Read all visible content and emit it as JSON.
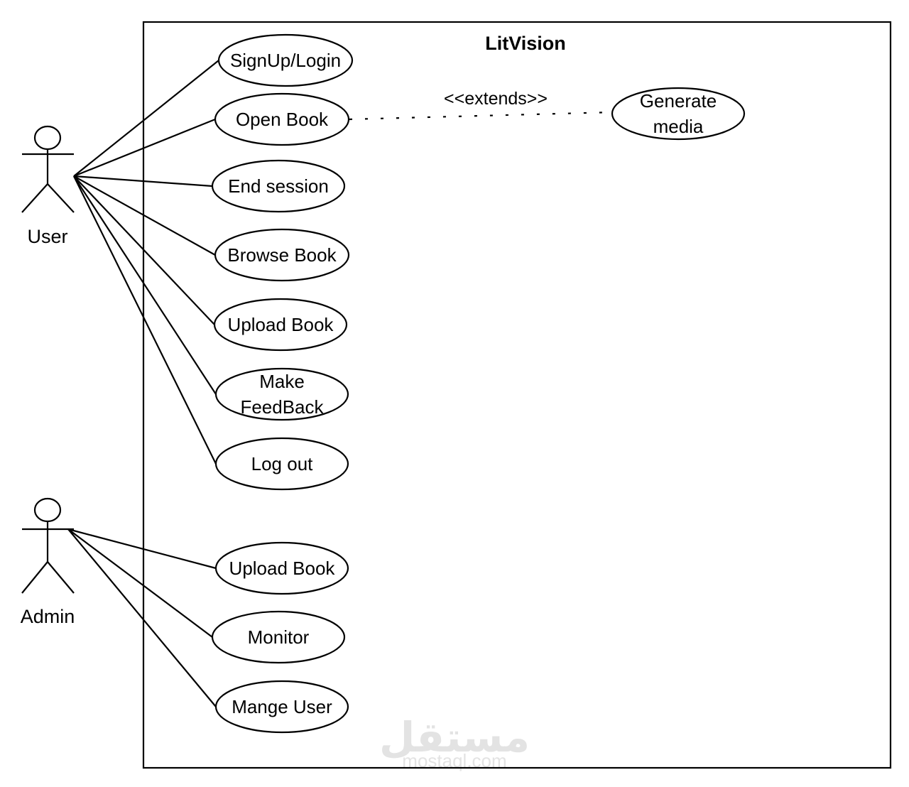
{
  "diagram": {
    "type": "use-case",
    "system": {
      "title": "LitVision"
    },
    "actors": [
      {
        "id": "user",
        "label": "User"
      },
      {
        "id": "admin",
        "label": "Admin"
      }
    ],
    "use_cases": [
      {
        "id": "uc_signup",
        "lines": [
          "SignUp/Login"
        ]
      },
      {
        "id": "uc_open",
        "lines": [
          "Open Book"
        ]
      },
      {
        "id": "uc_end",
        "lines": [
          "End session"
        ]
      },
      {
        "id": "uc_browse",
        "lines": [
          "Browse Book"
        ]
      },
      {
        "id": "uc_upload_user",
        "lines": [
          "Upload Book"
        ]
      },
      {
        "id": "uc_feedback",
        "lines": [
          "Make",
          "FeedBack"
        ]
      },
      {
        "id": "uc_logout",
        "lines": [
          "Log out"
        ]
      },
      {
        "id": "uc_upload_admin",
        "lines": [
          "Upload Book"
        ]
      },
      {
        "id": "uc_monitor",
        "lines": [
          "Monitor"
        ]
      },
      {
        "id": "uc_manage",
        "lines": [
          "Mange User"
        ]
      },
      {
        "id": "uc_generate",
        "lines": [
          "Generate",
          "media"
        ]
      }
    ],
    "associations": [
      {
        "from": "user",
        "to": "uc_signup"
      },
      {
        "from": "user",
        "to": "uc_open"
      },
      {
        "from": "user",
        "to": "uc_end"
      },
      {
        "from": "user",
        "to": "uc_browse"
      },
      {
        "from": "user",
        "to": "uc_upload_user"
      },
      {
        "from": "user",
        "to": "uc_feedback"
      },
      {
        "from": "user",
        "to": "uc_logout"
      },
      {
        "from": "admin",
        "to": "uc_upload_admin"
      },
      {
        "from": "admin",
        "to": "uc_monitor"
      },
      {
        "from": "admin",
        "to": "uc_manage"
      }
    ],
    "relations": [
      {
        "type": "extends",
        "from": "uc_open",
        "to": "uc_generate",
        "label": "<<extends>>"
      }
    ]
  },
  "watermark": {
    "arabic": "مستقل",
    "latin": "mostaql.com"
  }
}
